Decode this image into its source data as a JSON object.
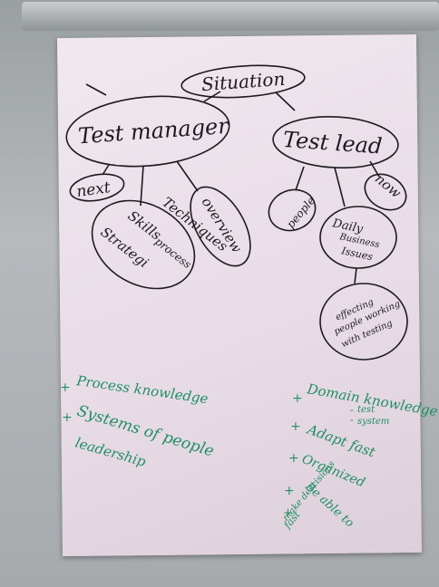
{
  "mindmap": {
    "root": "Situation",
    "left": {
      "title": "Test manager",
      "children": [
        "next",
        "Techniques",
        "Skills",
        "process",
        "Strategi",
        "overview"
      ]
    },
    "right": {
      "title": "Test lead",
      "children": [
        "people",
        "now",
        "Daily",
        "Business",
        "Issues",
        "effecting",
        "people working",
        "with testing"
      ]
    }
  },
  "notes": {
    "left": [
      {
        "bullet": "+",
        "text": "Process knowledge"
      },
      {
        "bullet": "+",
        "text": "Systems of people"
      },
      {
        "bullet": "",
        "text": "leadership"
      }
    ],
    "right": [
      {
        "bullet": "+",
        "text": "Domain knowledge"
      },
      {
        "bullet": "-",
        "text": "test"
      },
      {
        "bullet": "-",
        "text": "system"
      },
      {
        "bullet": "+",
        "text": "Adapt fast"
      },
      {
        "bullet": "+",
        "text": "Organized"
      },
      {
        "bullet": "+",
        "text": "Be able to"
      },
      {
        "bullet": "",
        "text": "make descisions"
      },
      {
        "bullet": "",
        "text": "fast"
      }
    ]
  },
  "colors": {
    "ink": "#1d1a1f",
    "marker_green": "#1f8f62",
    "paper": "#ece2ea"
  }
}
